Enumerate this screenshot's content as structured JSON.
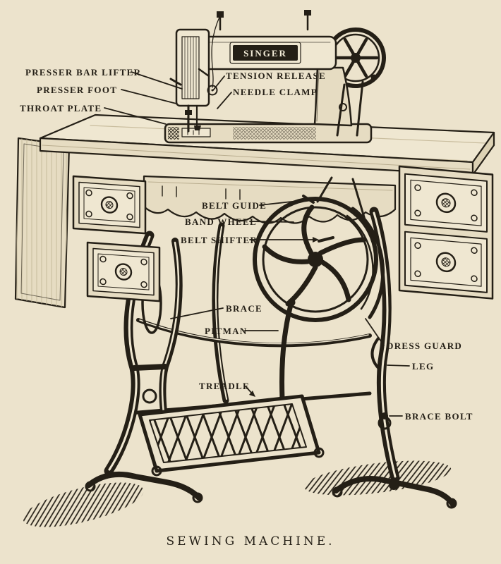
{
  "figure": {
    "caption": "SEWING MACHINE.",
    "machine_brand": "SINGER"
  },
  "labels": {
    "presser_bar_lifter": "PRESSER BAR LIFTER",
    "presser_foot": "PRESSER FOOT",
    "throat_plate": "THROAT PLATE",
    "tension_release": "TENSION RELEASE",
    "needle_clamp": "NEEDLE CLAMP",
    "belt_guide": "BELT GUIDE",
    "band_wheel": "BAND WHEEL",
    "belt_shifter": "BELT SHIFTER",
    "brace": "BRACE",
    "pitman": "PITMAN",
    "dress_guard": "DRESS GUARD",
    "leg": "LEG",
    "brace_bolt": "BRACE BOLT",
    "treadle": "TREADLE"
  },
  "colors": {
    "background": "#ece3cc",
    "ink": "#241f16",
    "wood_light": "#efe7d1",
    "wood_mid": "#e6dcc2"
  }
}
